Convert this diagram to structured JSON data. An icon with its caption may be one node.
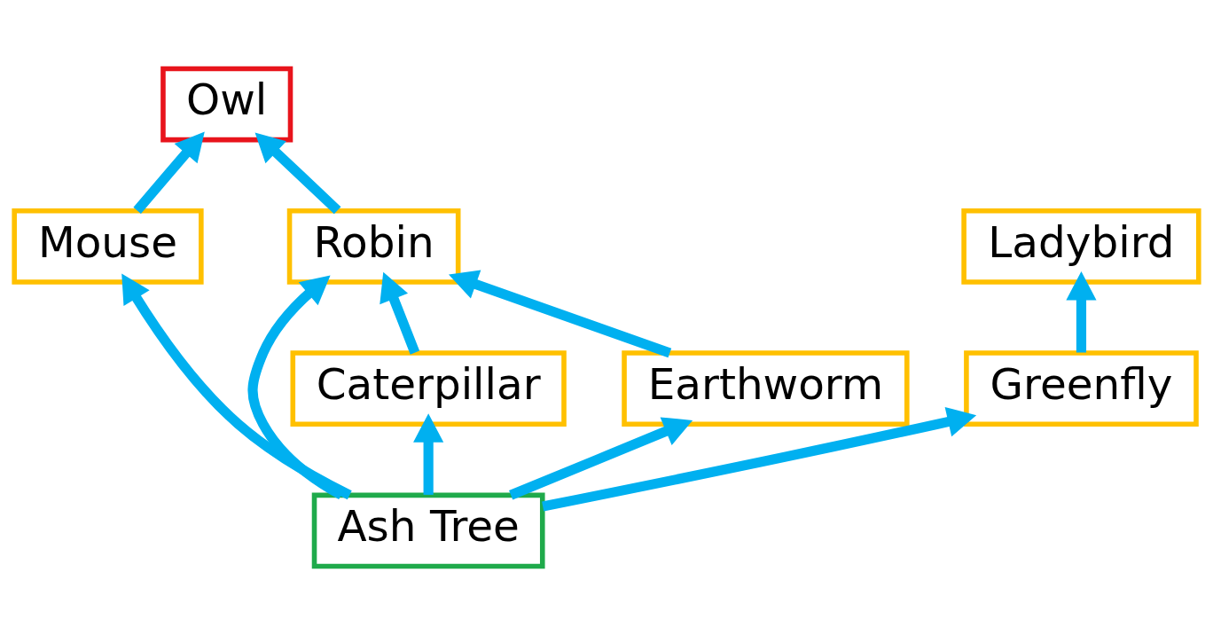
{
  "diagram": {
    "nodes": [
      {
        "text": [
          "Owl"
        ]
      },
      {
        "text": [
          "Ladybird"
        ]
      },
      {
        "text": [
          "Mouse"
        ]
      },
      {
        "text": [
          "Robin"
        ]
      },
      {
        "text": [
          "Greenfly"
        ]
      },
      {
        "text": [
          "Caterpillar"
        ]
      },
      {
        "text": [
          "Earthworm"
        ]
      },
      {
        "text": [
          "Ash Tree"
        ]
      }
    ],
    "edges": [
      {
        "from": 2,
        "to": 0,
        "arrow": "to"
      },
      {
        "from": 3,
        "to": 0,
        "arrow": "to"
      },
      {
        "from": 4,
        "to": 1,
        "arrow": "to"
      },
      {
        "from": 7,
        "to": 2,
        "arrow": "to"
      },
      {
        "from": 5,
        "to": 3,
        "arrow": "to"
      },
      {
        "from": 7,
        "to": 3,
        "arrow": "to"
      },
      {
        "from": 6,
        "to": 3,
        "arrow": "to"
      },
      {
        "from": 7,
        "to": 4,
        "arrow": "to"
      },
      {
        "from": 7,
        "to": 5,
        "arrow": "to"
      },
      {
        "from": 7,
        "to": 6,
        "arrow": "to"
      }
    ]
  }
}
